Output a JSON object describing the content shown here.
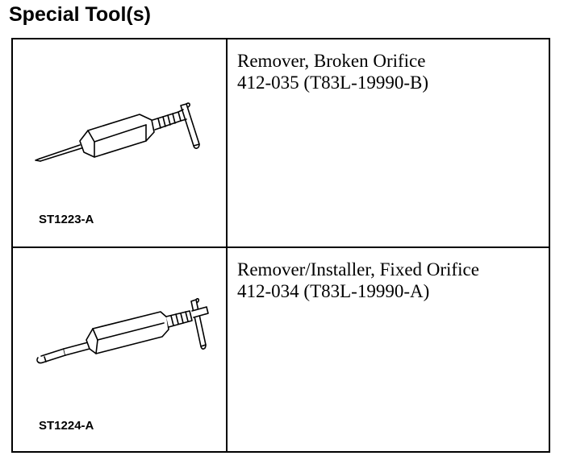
{
  "header": {
    "title": "Special Tool(s)"
  },
  "tools": [
    {
      "illustration_code": "ST1223-A",
      "icon": "broken-orifice-remover-icon",
      "name": "Remover, Broken Orifice",
      "part_number": "412-035 (T83L-19990-B)"
    },
    {
      "illustration_code": "ST1224-A",
      "icon": "fixed-orifice-remover-installer-icon",
      "name": "Remover/Installer, Fixed Orifice",
      "part_number": "412-034 (T83L-19990-A)"
    }
  ]
}
